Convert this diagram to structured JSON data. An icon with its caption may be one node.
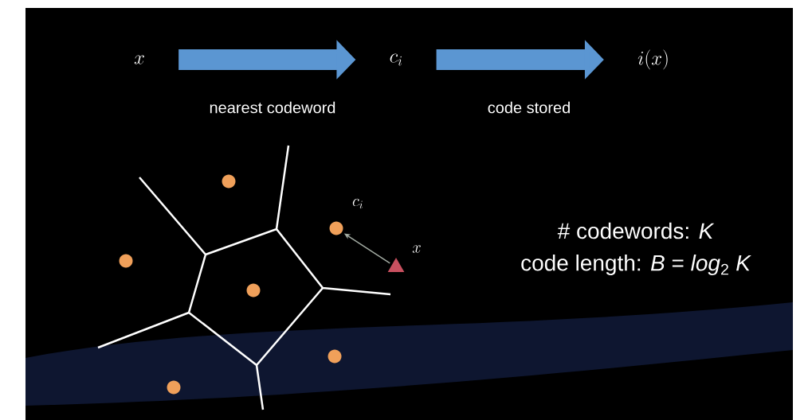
{
  "diagram": {
    "nodes": [
      {
        "text": [
          "x"
        ]
      },
      {
        "text": [
          "c_i"
        ]
      },
      {
        "text": [
          "i(x)"
        ]
      },
      {
        "text": [],
        "shape": "circle"
      },
      {
        "text": [],
        "shape": "circle"
      },
      {
        "text": [],
        "shape": "circle"
      },
      {
        "text": [],
        "shape": "circle"
      },
      {
        "text": [],
        "shape": "circle"
      },
      {
        "text": [],
        "shape": "circle",
        "beside": [
          "c_i"
        ]
      },
      {
        "text": [],
        "shape": "triangle",
        "beside": [
          "x"
        ]
      }
    ],
    "edges": [
      {
        "from": 0,
        "to": 1,
        "arrow": "to",
        "label": "nearest codeword"
      },
      {
        "from": 1,
        "to": 2,
        "arrow": "to",
        "label": "code stored"
      },
      {
        "from": 9,
        "to": 8,
        "arrow": "to",
        "color": "#a3aca3"
      }
    ],
    "labels": [
      "# codewords: *K*",
      "code length: *B* = *log*$_{2}$ *K*"
    ]
  }
}
